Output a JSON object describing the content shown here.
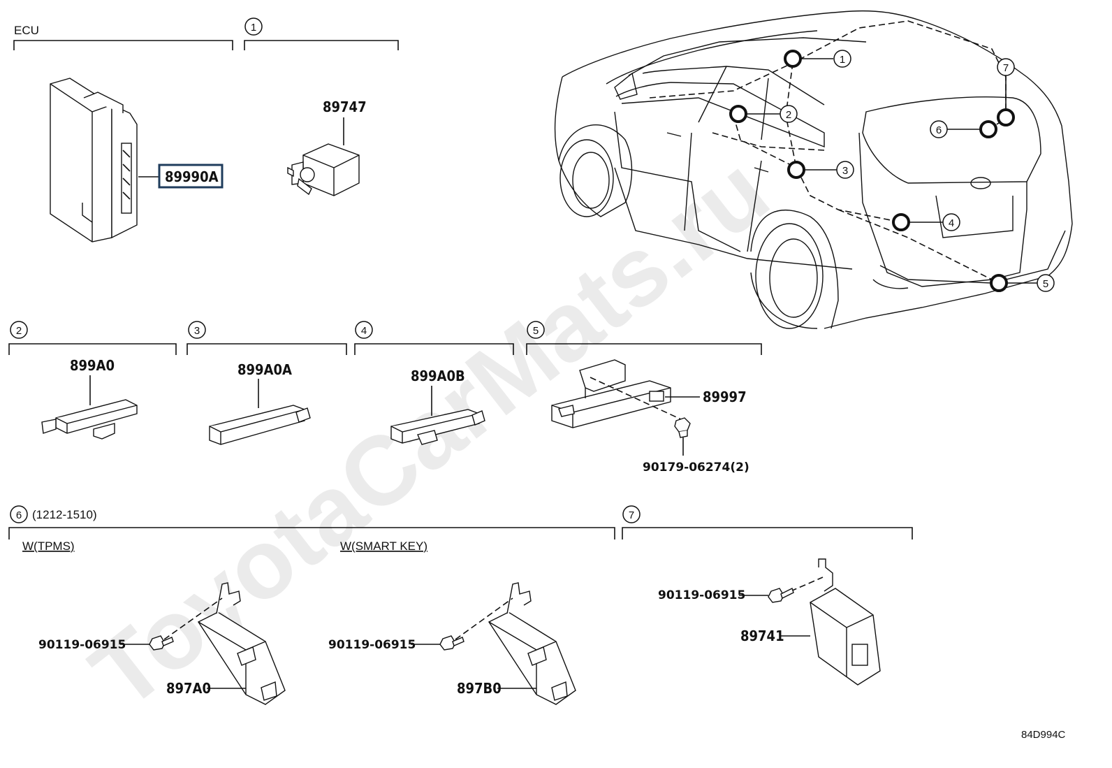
{
  "watermark": "ToyotaCarMats.ru",
  "diagram_code": "84D994C",
  "sections": {
    "ecu": {
      "label": "ECU"
    },
    "s1": {
      "num": "1"
    },
    "s2": {
      "num": "2"
    },
    "s3": {
      "num": "3"
    },
    "s4": {
      "num": "4"
    },
    "s5": {
      "num": "5"
    },
    "s6": {
      "num": "6",
      "range": "(1212-1510)",
      "left_sub": "W(TPMS)",
      "right_sub": "W(SMART KEY)"
    },
    "s7": {
      "num": "7"
    }
  },
  "parts": {
    "ecu_part": "89990A",
    "s1_part": "89747",
    "s2_part": "899A0",
    "s3_part": "899A0A",
    "s4_part": "899A0B",
    "s5_part": "89997",
    "s5_clip": "90179-06274(2)",
    "s6_bolt_a": "90119-06915",
    "s6_part_a": "897A0",
    "s6_bolt_b": "90119-06915",
    "s6_part_b": "897B0",
    "s7_bolt": "90119-06915",
    "s7_part": "89741"
  },
  "car_callouts": [
    "1",
    "2",
    "3",
    "4",
    "5",
    "6",
    "7"
  ]
}
